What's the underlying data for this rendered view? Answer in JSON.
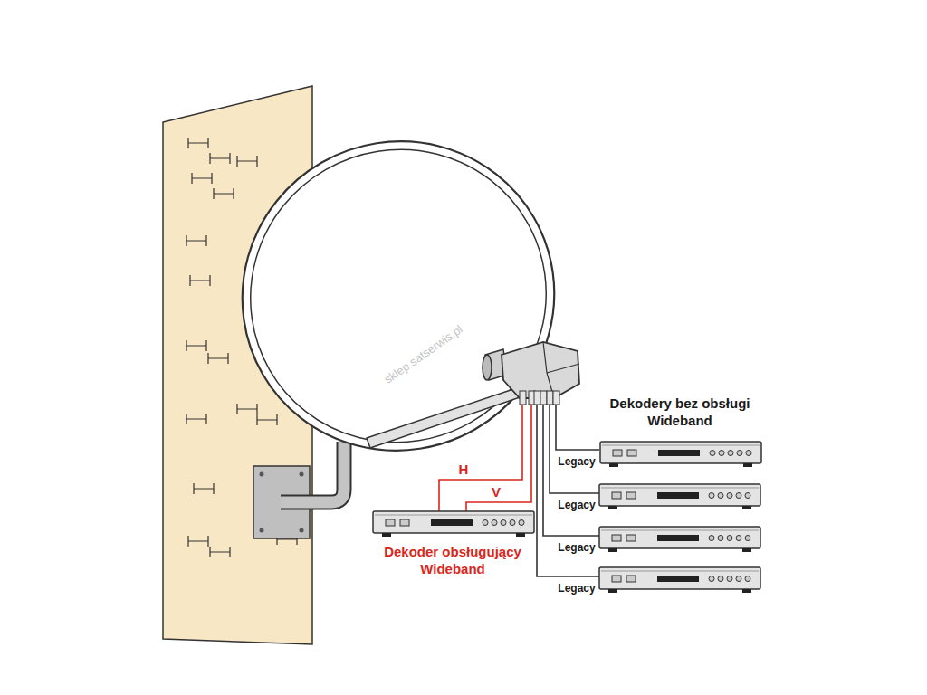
{
  "diagram": {
    "nodes": [
      {
        "text": [
          "Dekoder obsługujący Wideband"
        ]
      },
      {
        "text": [
          "Dekodery bez obsługi Wideband"
        ]
      }
    ],
    "labels": [
      "H",
      "V",
      "Legacy",
      "Legacy",
      "Legacy",
      "Legacy",
      "sklep.satserwis.pl"
    ]
  }
}
